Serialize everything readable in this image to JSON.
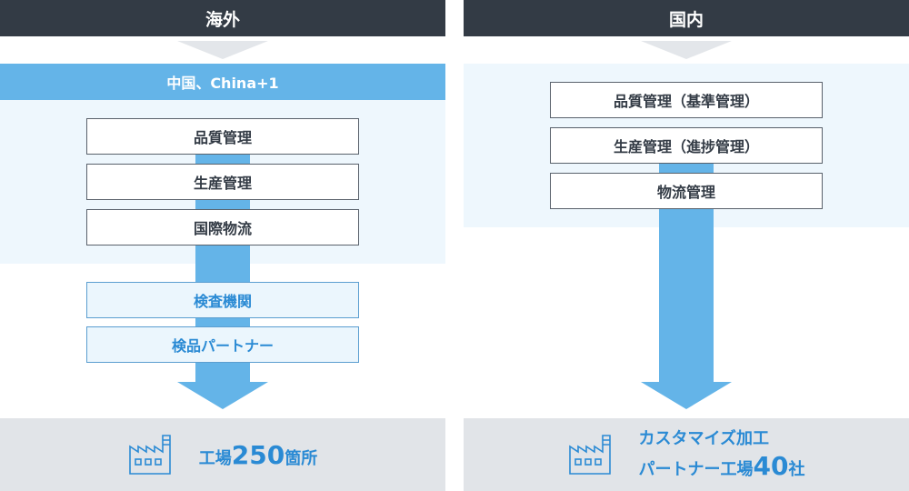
{
  "overseas": {
    "header": "海外",
    "region": "中国、China+1",
    "steps": [
      "品質管理",
      "生産管理",
      "国際物流"
    ],
    "partners": [
      "検査機関",
      "検品パートナー"
    ],
    "footer": {
      "pre": "工場",
      "num": "250",
      "post": "箇所"
    }
  },
  "domestic": {
    "header": "国内",
    "steps": [
      "品質管理（基準管理）",
      "生産管理（進捗管理）",
      "物流管理"
    ],
    "footer": {
      "line1": "カスタマイズ加工",
      "pre": "パートナー工場",
      "num": "40",
      "post": "社"
    }
  },
  "icons": [
    "factory-icon"
  ]
}
